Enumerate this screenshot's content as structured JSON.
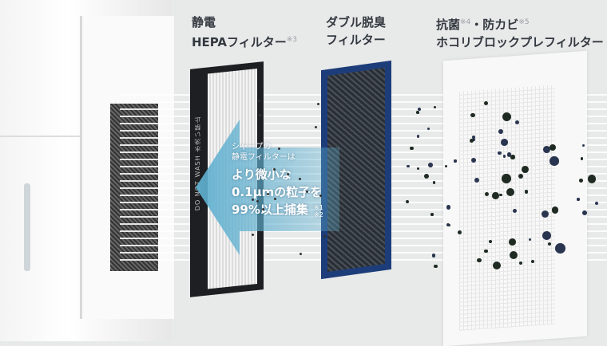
{
  "labels": {
    "hepa": {
      "line1": "静電",
      "line2": "HEPAフィルター",
      "note": "※3"
    },
    "deodorize": {
      "line1": "ダブル脱臭",
      "line2": "フィルター"
    },
    "prefilter": {
      "line1a": "抗菌",
      "note1": "※4",
      "line1b": "・防カビ",
      "note2": "※5",
      "line2": "ホコリブロックプレフィルター"
    }
  },
  "hepa_print": "DO NOT WASH 水洗い禁止",
  "arrow": {
    "small1": "シャープの",
    "small2": "静電フィルターは",
    "big1": "より微小な",
    "big2": "0.1µmの粒子を",
    "big3": "99%以上捕集",
    "notes": "※1 ※2"
  },
  "colors": {
    "arrow": "#5fb0d0",
    "deo_frame": "#1d3d7a",
    "particle": "#2a3550"
  }
}
